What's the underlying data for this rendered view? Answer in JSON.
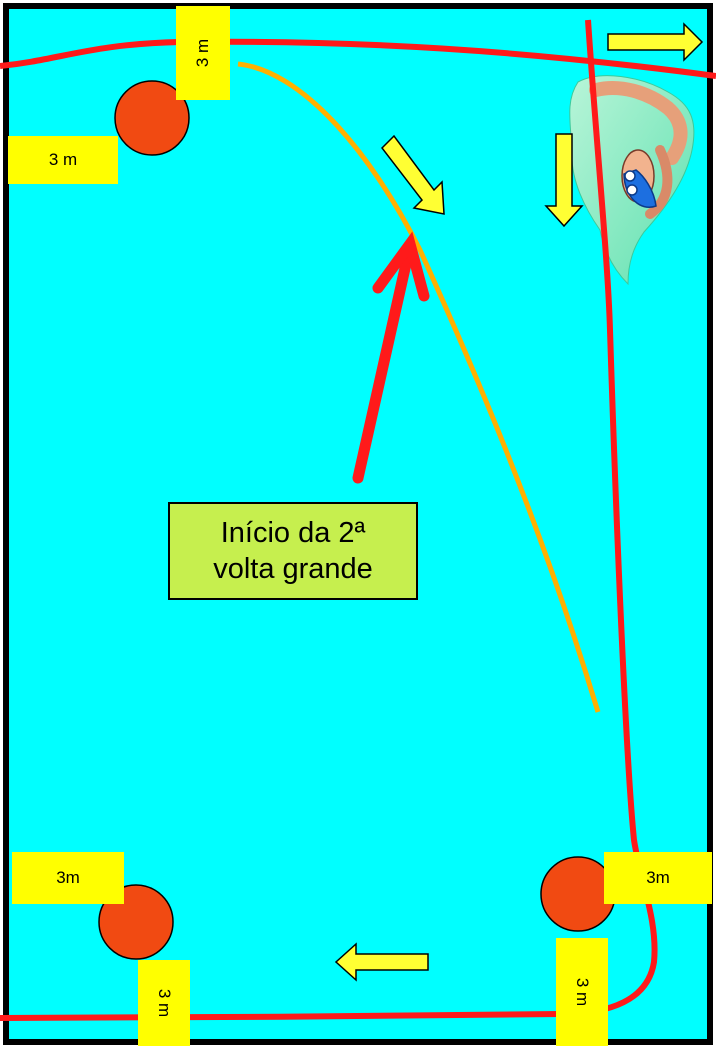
{
  "labels": {
    "top_vertical": "3 m",
    "top_left": "3 m",
    "bottom_left": "3m",
    "bottom_right": "3m",
    "bottom_vertical_left": "3 m",
    "bottom_vertical_right": "3 m"
  },
  "callout": {
    "line1": "Início da 2ª",
    "line2": "volta grande"
  },
  "colors": {
    "water": "#00ffff",
    "buoy": "#f14a12",
    "route": "#ff1a1a",
    "second_lap": "#ffb000",
    "arrow": "#ffff33",
    "label": "#ffff00",
    "callout": "#c6ef4e"
  },
  "icons": [
    "swimmer-icon",
    "buoy-icon",
    "direction-arrow-icon"
  ]
}
